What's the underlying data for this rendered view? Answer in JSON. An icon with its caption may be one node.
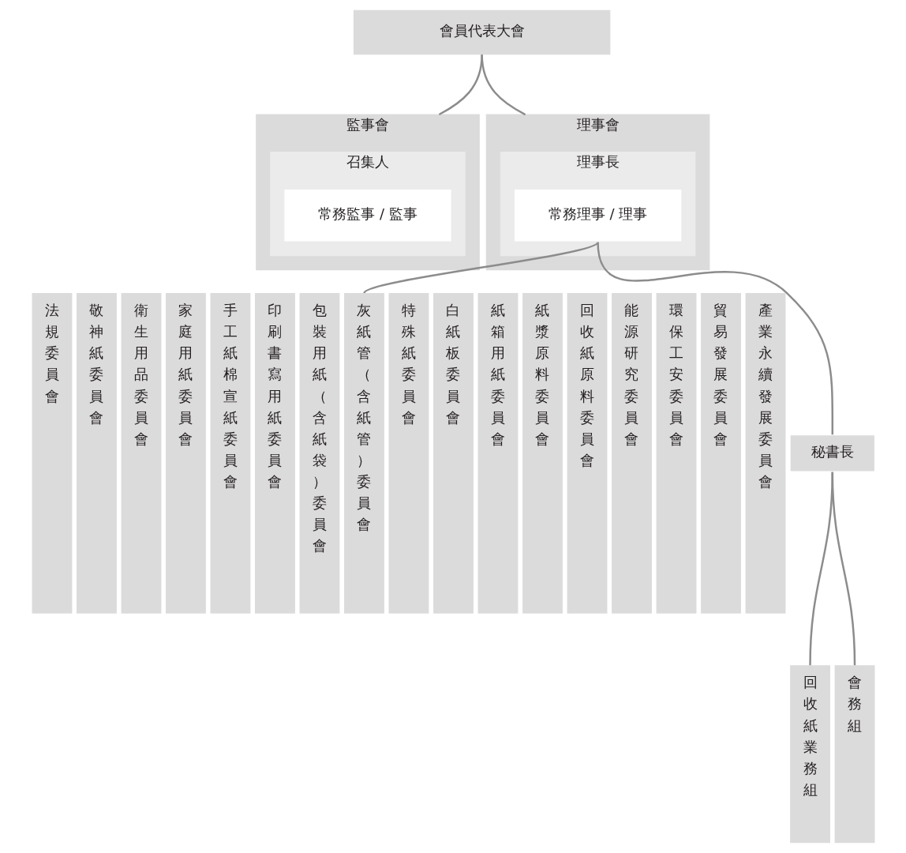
{
  "diagram": {
    "nodes": [
      {
        "text": [
          "會員代表大會"
        ]
      },
      {
        "text": [
          "監事會"
        ]
      },
      {
        "text": [
          "召集人"
        ],
        "in": 1
      },
      {
        "text": [
          "常務監事 / 監事"
        ],
        "in": 2
      },
      {
        "text": [
          "理事會"
        ]
      },
      {
        "text": [
          "理事長"
        ],
        "in": 4
      },
      {
        "text": [
          "常務理事 / 理事"
        ],
        "in": 5
      },
      {
        "text": [
          "法規委員會"
        ]
      },
      {
        "text": [
          "敬神紙委員會"
        ]
      },
      {
        "text": [
          "衛生用品委員會"
        ]
      },
      {
        "text": [
          "家庭用紙委員會"
        ]
      },
      {
        "text": [
          "手工紙棉宣紙委員會"
        ]
      },
      {
        "text": [
          "印刷書寫用紙委員會"
        ]
      },
      {
        "text": [
          "包裝用紙（含紙袋）委員會"
        ]
      },
      {
        "text": [
          "灰紙管（含紙管）委員會"
        ]
      },
      {
        "text": [
          "特殊紙委員會"
        ]
      },
      {
        "text": [
          "白紙板委員會"
        ]
      },
      {
        "text": [
          "紙箱用紙委員會"
        ]
      },
      {
        "text": [
          "紙漿原料委員會"
        ]
      },
      {
        "text": [
          "回收紙原料委員會"
        ]
      },
      {
        "text": [
          "能源研究委員會"
        ]
      },
      {
        "text": [
          "環保工安委員會"
        ]
      },
      {
        "text": [
          "貿易發展委員會"
        ]
      },
      {
        "text": [
          "產業永續發展委員會"
        ]
      },
      {
        "text": [
          "秘書長"
        ]
      },
      {
        "text": [
          "回收紙業務組"
        ]
      },
      {
        "text": [
          "會務組"
        ]
      }
    ],
    "edges": [
      {
        "from": 0,
        "to": 1,
        "arrow": "none"
      },
      {
        "from": 0,
        "to": 4,
        "arrow": "none"
      },
      {
        "from": 6,
        "to": 14,
        "arrow": "none"
      },
      {
        "from": 6,
        "to": 24,
        "arrow": "none"
      },
      {
        "from": 24,
        "to": 25,
        "arrow": "none"
      },
      {
        "from": 24,
        "to": 26,
        "arrow": "none"
      }
    ]
  }
}
